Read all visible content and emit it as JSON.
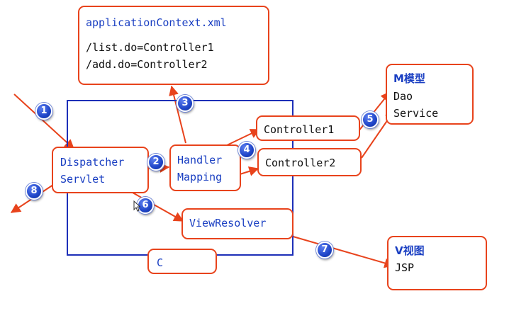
{
  "app_context": {
    "title": "applicationContext.xml",
    "mapping_1": "/list.do=Controller1",
    "mapping_2": "/add.do=Controller2"
  },
  "dispatcher": {
    "line1": "Dispatcher",
    "line2": "Servlet"
  },
  "handler_mapping": {
    "line1": "Handler",
    "line2": "Mapping"
  },
  "controller1": "Controller1",
  "controller2": "Controller2",
  "model": {
    "title": "M模型",
    "item1": "Dao",
    "item2": "Service"
  },
  "view_resolver": "ViewResolver",
  "container_label": "C",
  "view": {
    "title": "V视图",
    "item1": "JSP"
  },
  "steps": [
    "1",
    "2",
    "3",
    "4",
    "5",
    "6",
    "7",
    "8"
  ],
  "colors": {
    "arrow": "#e8431c",
    "box_border": "#e8431c",
    "container": "#1d2fb8",
    "badge": "#1f45c8",
    "text_blue": "#1a3fc2"
  }
}
